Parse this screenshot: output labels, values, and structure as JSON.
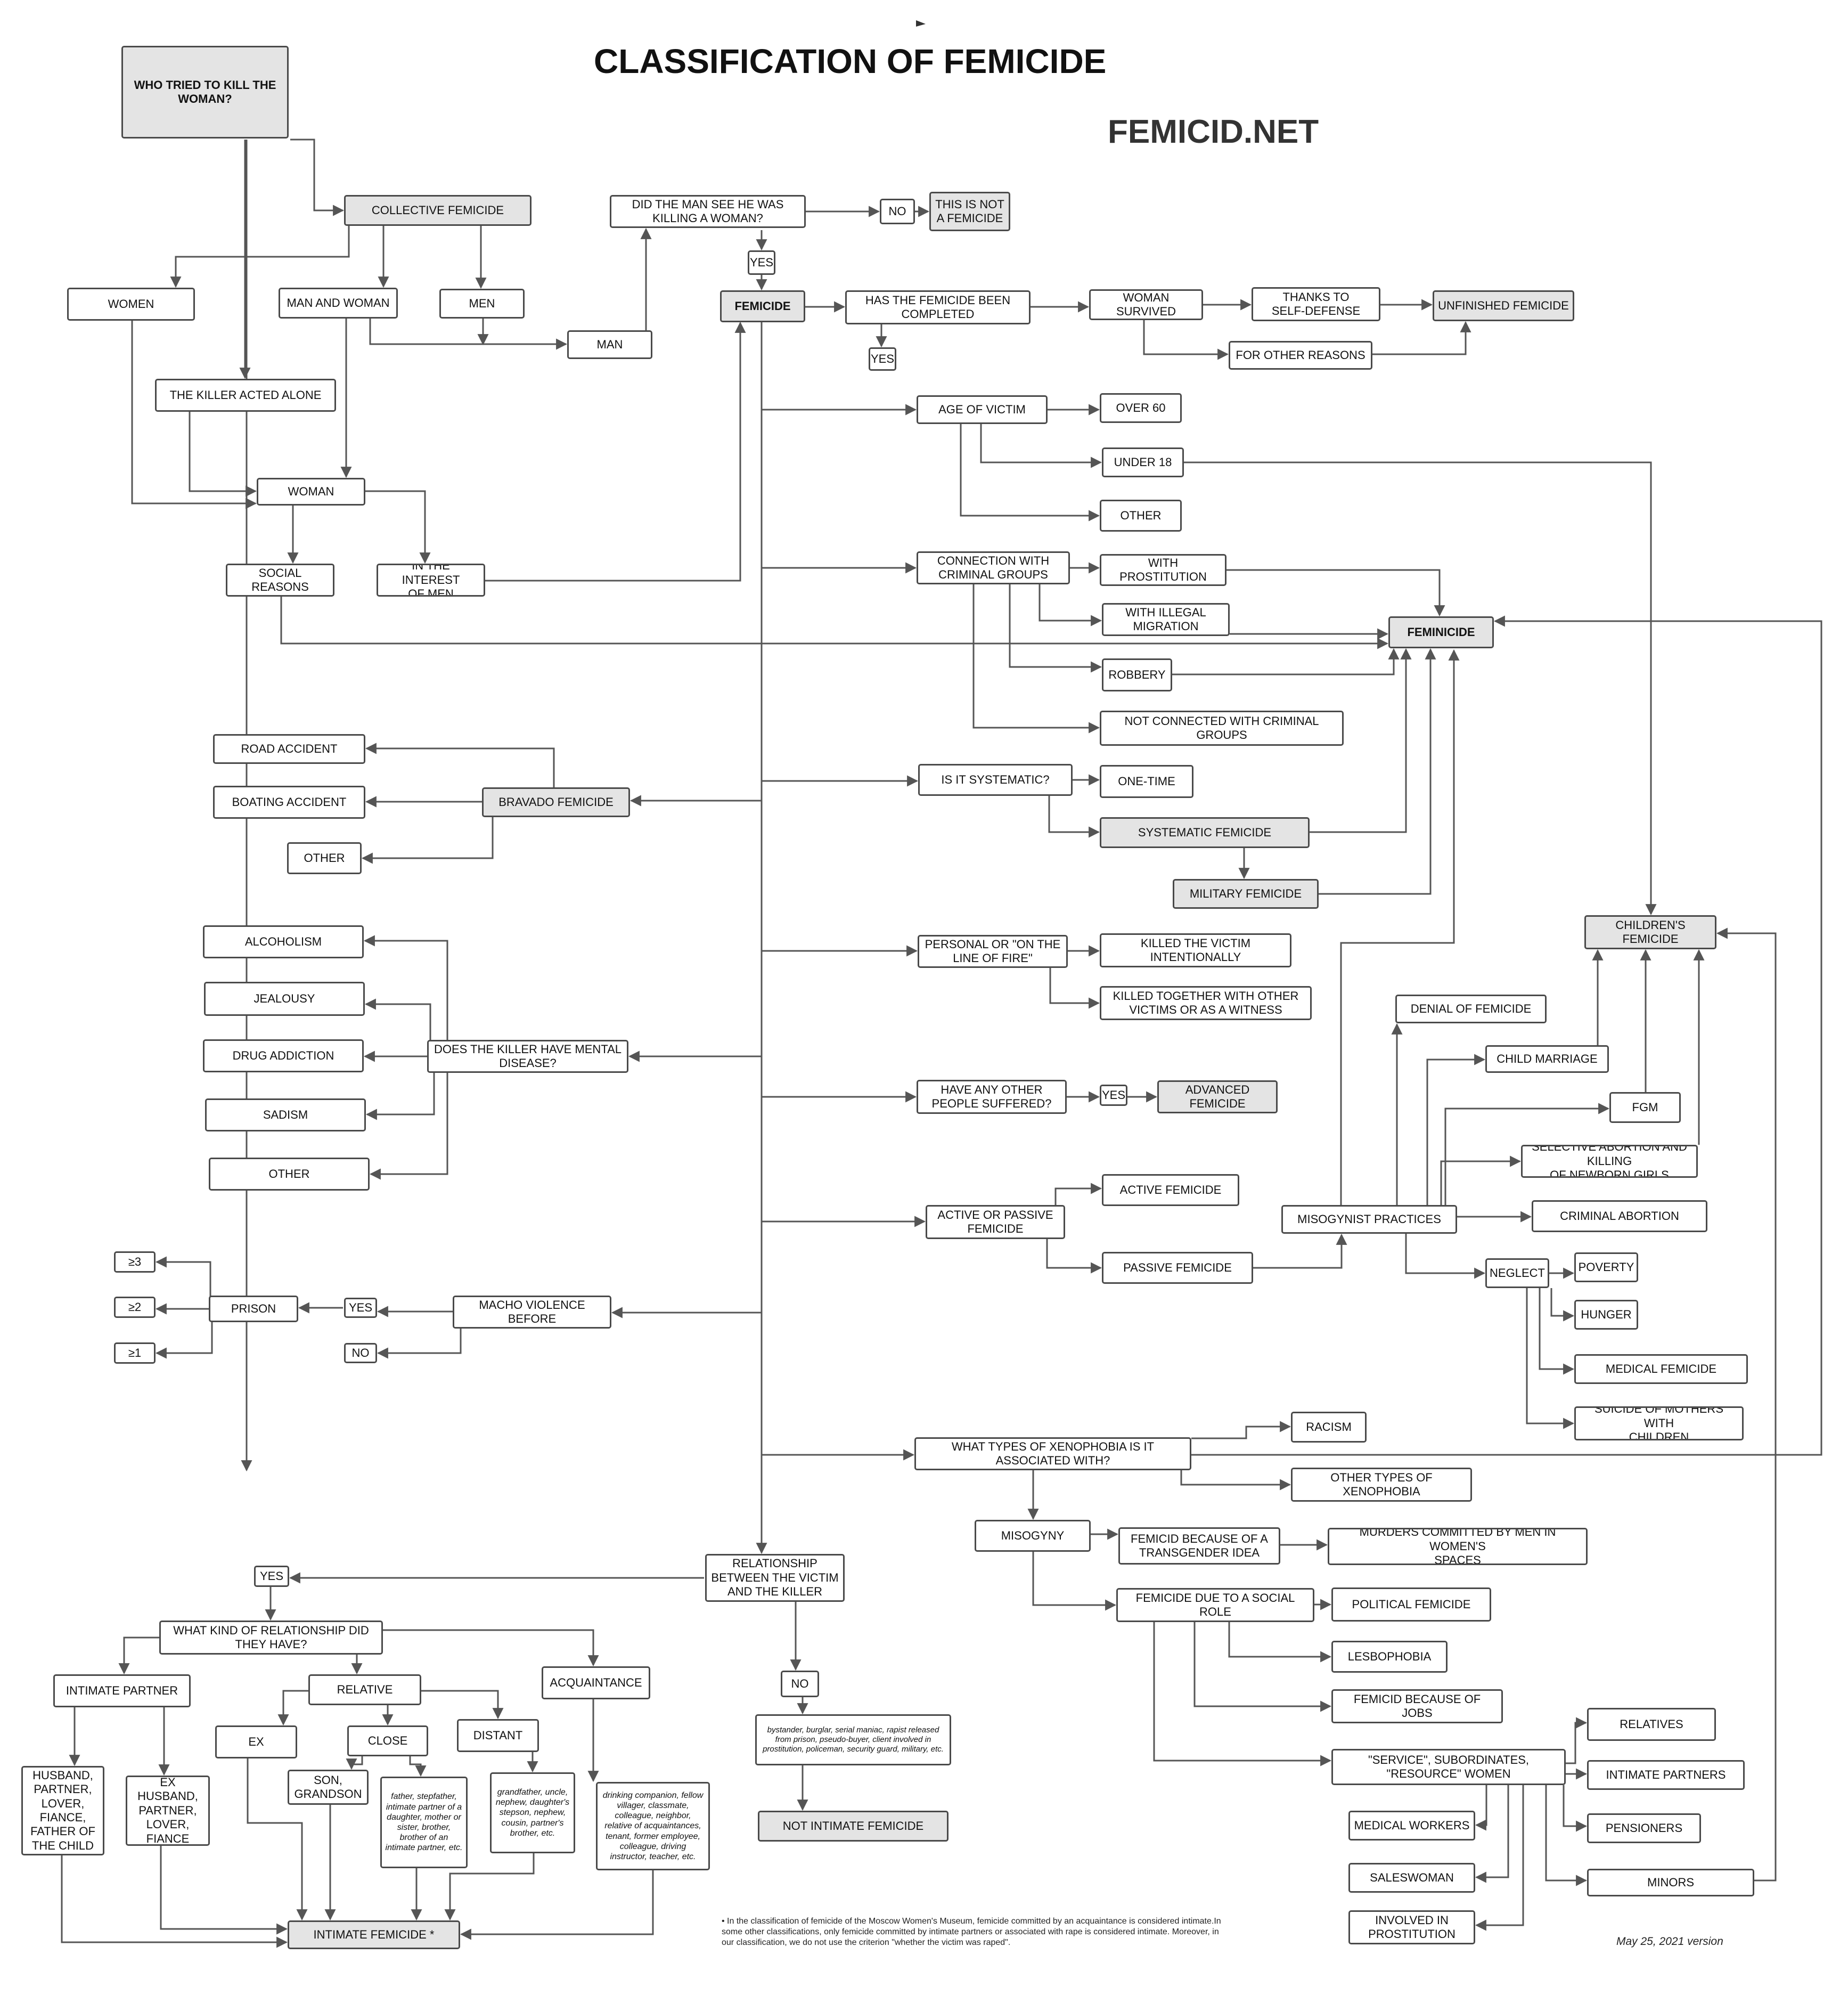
{
  "page": {
    "title": "CLASSIFICATION OF FEMICIDE",
    "site": "FEMICID.NET",
    "footnote": "• In the classification of femicide of the Moscow Women's Museum, femicide committed by an acquaintance is considered intimate.In some other classifications, only femicide committed by intimate partners or associated with rape is considered intimate. Moreover, in our classification, we do not use the criterion \"whether the victim was raped\".",
    "version": "May 25, 2021 version"
  },
  "nodes": [
    {
      "id": "who",
      "label": "WHO TRIED TO KILL THE\nWOMAN?",
      "style": "gray bold"
    },
    {
      "id": "collective",
      "label": "COLLECTIVE FEMICIDE",
      "style": "gray"
    },
    {
      "id": "women",
      "label": "WOMEN",
      "style": ""
    },
    {
      "id": "manwoman",
      "label": "MAN AND WOMAN",
      "style": ""
    },
    {
      "id": "men",
      "label": "MEN",
      "style": ""
    },
    {
      "id": "man",
      "label": "MAN",
      "style": ""
    },
    {
      "id": "alone",
      "label": "THE KILLER ACTED ALONE",
      "style": ""
    },
    {
      "id": "woman",
      "label": "WOMAN",
      "style": ""
    },
    {
      "id": "social",
      "label": "SOCIAL REASONS",
      "style": ""
    },
    {
      "id": "interest",
      "label": "IN THE INTEREST\nOF MEN",
      "style": ""
    },
    {
      "id": "didsee",
      "label": "DID THE MAN SEE HE WAS\nKILLING A WOMAN?",
      "style": ""
    },
    {
      "id": "no1",
      "label": "NO",
      "style": ""
    },
    {
      "id": "notfem",
      "label": "THIS IS NOT\nA FEMICIDE",
      "style": "gray"
    },
    {
      "id": "yes1",
      "label": "YES",
      "style": ""
    },
    {
      "id": "femicide",
      "label": "FEMICIDE",
      "style": "gray bold"
    },
    {
      "id": "completed",
      "label": "HAS THE FEMICIDE BEEN\nCOMPLETED",
      "style": ""
    },
    {
      "id": "yes2",
      "label": "YES",
      "style": ""
    },
    {
      "id": "survived",
      "label": "WOMAN SURVIVED",
      "style": ""
    },
    {
      "id": "selfdef",
      "label": "THANKS TO\nSELF-DEFENSE",
      "style": ""
    },
    {
      "id": "otherreasons",
      "label": "FOR OTHER REASONS",
      "style": ""
    },
    {
      "id": "unfinished",
      "label": "UNFINISHED FEMICIDE",
      "style": "gray"
    },
    {
      "id": "age",
      "label": "AGE OF VICTIM",
      "style": ""
    },
    {
      "id": "over60",
      "label": "OVER 60",
      "style": ""
    },
    {
      "id": "under18",
      "label": "UNDER 18",
      "style": ""
    },
    {
      "id": "ageother",
      "label": "OTHER",
      "style": ""
    },
    {
      "id": "criminal",
      "label": "CONNECTION WITH\nCRIMINAL GROUPS",
      "style": ""
    },
    {
      "id": "prost",
      "label": "WITH PROSTITUTION",
      "style": ""
    },
    {
      "id": "migration",
      "label": "WITH ILLEGAL\nMIGRATION",
      "style": ""
    },
    {
      "id": "robbery",
      "label": "ROBBERY",
      "style": ""
    },
    {
      "id": "notconnected",
      "label": "NOT CONNECTED WITH CRIMINAL\nGROUPS",
      "style": ""
    },
    {
      "id": "feminicide",
      "label": "FEMINICIDE",
      "style": "gray bold"
    },
    {
      "id": "road",
      "label": "ROAD ACCIDENT",
      "style": ""
    },
    {
      "id": "boating",
      "label": "BOATING ACCIDENT",
      "style": ""
    },
    {
      "id": "bravother",
      "label": "OTHER",
      "style": ""
    },
    {
      "id": "bravado",
      "label": "BRAVADO FEMICIDE",
      "style": "gray"
    },
    {
      "id": "systematic",
      "label": "IS IT SYSTEMATIC?",
      "style": ""
    },
    {
      "id": "onetime",
      "label": "ONE-TIME",
      "style": ""
    },
    {
      "id": "sysfem",
      "label": "SYSTEMATIC FEMICIDE",
      "style": "gray"
    },
    {
      "id": "military",
      "label": "MILITARY FEMICIDE",
      "style": "gray"
    },
    {
      "id": "alcohol",
      "label": "ALCOHOLISM",
      "style": ""
    },
    {
      "id": "jealousy",
      "label": "JEALOUSY",
      "style": ""
    },
    {
      "id": "drug",
      "label": "DRUG ADDICTION",
      "style": ""
    },
    {
      "id": "sadism",
      "label": "SADISM",
      "style": ""
    },
    {
      "id": "mentother",
      "label": "OTHER",
      "style": ""
    },
    {
      "id": "mental",
      "label": "DOES THE KILLER HAVE MENTAL\nDISEASE?",
      "style": ""
    },
    {
      "id": "personal",
      "label": "PERSONAL OR \"ON THE\nLINE OF FIRE\"",
      "style": ""
    },
    {
      "id": "intent",
      "label": "KILLED THE VICTIM\nINTENTIONALLY",
      "style": ""
    },
    {
      "id": "witness",
      "label": "KILLED TOGETHER WITH OTHER\nVICTIMS OR AS A WITNESS",
      "style": ""
    },
    {
      "id": "children",
      "label": "CHILDREN'S\nFEMICIDE",
      "style": "gray"
    },
    {
      "id": "denial",
      "label": "DENIAL OF FEMICIDE",
      "style": ""
    },
    {
      "id": "marriage",
      "label": "CHILD MARRIAGE",
      "style": ""
    },
    {
      "id": "fgm",
      "label": "FGM",
      "style": ""
    },
    {
      "id": "selective",
      "label": "SELECTIVE ABORTION AND KILLING\nOF NEWBORN GIRLS",
      "style": ""
    },
    {
      "id": "crimabort",
      "label": "CRIMINAL ABORTION",
      "style": ""
    },
    {
      "id": "other_people",
      "label": "HAVE ANY OTHER\nPEOPLE SUFFERED?",
      "style": ""
    },
    {
      "id": "yes3",
      "label": "YES",
      "style": ""
    },
    {
      "id": "advanced",
      "label": "ADVANCED\nFEMICIDE",
      "style": "gray"
    },
    {
      "id": "activepass",
      "label": "ACTIVE OR PASSIVE\nFEMICIDE",
      "style": ""
    },
    {
      "id": "active",
      "label": "ACTIVE FEMICIDE",
      "style": ""
    },
    {
      "id": "passive",
      "label": "PASSIVE FEMICIDE",
      "style": ""
    },
    {
      "id": "misogpract",
      "label": "MISOGYNIST PRACTICES",
      "style": ""
    },
    {
      "id": "neglect",
      "label": "NEGLECT",
      "style": ""
    },
    {
      "id": "poverty",
      "label": "POVERTY",
      "style": ""
    },
    {
      "id": "hunger",
      "label": "HUNGER",
      "style": ""
    },
    {
      "id": "medfem",
      "label": "MEDICAL FEMICIDE",
      "style": ""
    },
    {
      "id": "suicide",
      "label": "SUICIDE OF MOTHERS WITH\nCHILDREN",
      "style": ""
    },
    {
      "id": "p3",
      "label": "≥3",
      "style": ""
    },
    {
      "id": "p2",
      "label": "≥2",
      "style": ""
    },
    {
      "id": "p1",
      "label": "≥1",
      "style": ""
    },
    {
      "id": "prison",
      "label": "PRISON",
      "style": ""
    },
    {
      "id": "yes4",
      "label": "YES",
      "style": ""
    },
    {
      "id": "no4",
      "label": "NO",
      "style": ""
    },
    {
      "id": "macho",
      "label": "MACHO VIOLENCE\nBEFORE",
      "style": ""
    },
    {
      "id": "xeno",
      "label": "WHAT TYPES OF XENOPHOBIA IS IT\nASSOCIATED WITH?",
      "style": ""
    },
    {
      "id": "racism",
      "label": "RACISM",
      "style": ""
    },
    {
      "id": "otherxeno",
      "label": "OTHER TYPES OF\nXENOPHOBIA",
      "style": ""
    },
    {
      "id": "misogyny",
      "label": "MISOGYNY",
      "style": ""
    },
    {
      "id": "transg",
      "label": "FEMICID BECAUSE OF A\nTRANSGENDER IDEA",
      "style": ""
    },
    {
      "id": "murders",
      "label": "MURDERS COMMITTED BY MEN IN WOMEN'S\nSPACES",
      "style": ""
    },
    {
      "id": "socrole",
      "label": "FEMICIDE DUE TO A  SOCIAL\nROLE",
      "style": ""
    },
    {
      "id": "political",
      "label": "POLITICAL FEMICIDE",
      "style": ""
    },
    {
      "id": "lesbo",
      "label": "LESBOPHOBIA",
      "style": ""
    },
    {
      "id": "jobs",
      "label": "FEMICID BECAUSE OF\nJOBS",
      "style": ""
    },
    {
      "id": "service",
      "label": "\"SERVICE\", SUBORDINATES,\n\"RESOURCE\" WOMEN",
      "style": ""
    },
    {
      "id": "relatives",
      "label": "RELATIVES",
      "style": ""
    },
    {
      "id": "intpartners",
      "label": "INTIMATE PARTNERS",
      "style": ""
    },
    {
      "id": "pensioners",
      "label": "PENSIONERS",
      "style": ""
    },
    {
      "id": "minors",
      "label": "MINORS",
      "style": ""
    },
    {
      "id": "medwork",
      "label": "MEDICAL WORKERS",
      "style": ""
    },
    {
      "id": "sales",
      "label": "SALESWOMAN",
      "style": ""
    },
    {
      "id": "involved",
      "label": "INVOLVED IN\nPROSTITUTION",
      "style": ""
    },
    {
      "id": "relation",
      "label": "RELATIONSHIP\nBETWEEN THE VICTIM\nAND THE KILLER",
      "style": ""
    },
    {
      "id": "yes5",
      "label": "YES",
      "style": ""
    },
    {
      "id": "whatkind",
      "label": "WHAT KIND OF RELATIONSHIP DID\nTHEY HAVE?",
      "style": ""
    },
    {
      "id": "intpartner",
      "label": "INTIMATE PARTNER",
      "style": ""
    },
    {
      "id": "relative",
      "label": "RELATIVE",
      "style": ""
    },
    {
      "id": "acquaint",
      "label": "ACQUAINTANCE",
      "style": ""
    },
    {
      "id": "ex",
      "label": "EX",
      "style": ""
    },
    {
      "id": "close",
      "label": "CLOSE",
      "style": ""
    },
    {
      "id": "distant",
      "label": "DISTANT",
      "style": ""
    },
    {
      "id": "husband",
      "label": "HUSBAND,\nPARTNER,\nLOVER,\nFIANCE,\nFATHER OF\nTHE CHILD",
      "style": ""
    },
    {
      "id": "exhusband",
      "label": "EX\nHUSBAND,\nPARTNER,\nLOVER,\nFIANCE",
      "style": ""
    },
    {
      "id": "son",
      "label": "SON,\nGRANDSON",
      "style": ""
    },
    {
      "id": "father",
      "label": "father, stepfather, intimate partner of a daughter, mother or sister, brother, brother of an intimate partner, etc.",
      "style": "mini"
    },
    {
      "id": "grandfather",
      "label": "grandfather, uncle, nephew, daughter's stepson, nephew, cousin, partner's brother, etc.",
      "style": "mini"
    },
    {
      "id": "drinking",
      "label": "drinking companion, fellow villager, classmate, colleague, neighbor, relative of acquaintances, tenant, former employee, colleague, driving instructor, teacher, etc.",
      "style": "mini"
    },
    {
      "id": "no5",
      "label": "NO",
      "style": ""
    },
    {
      "id": "bystander",
      "label": "bystander, burglar, serial maniac, rapist released from prison, pseudo-buyer, client involved in prostitution, policeman, security guard, military, etc.",
      "style": "small"
    },
    {
      "id": "notintimate",
      "label": "NOT INTIMATE FEMICIDE",
      "style": "gray"
    },
    {
      "id": "intimate",
      "label": "INTIMATE FEMICIDE *",
      "style": "gray"
    }
  ]
}
